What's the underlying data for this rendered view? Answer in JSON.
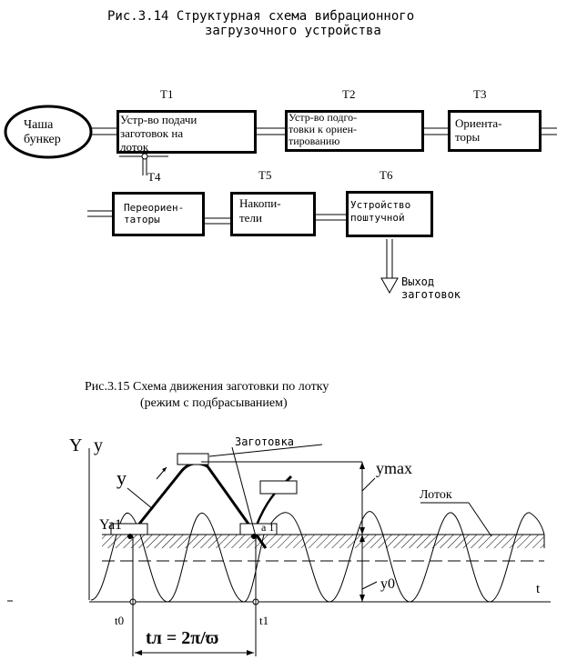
{
  "fig314": {
    "caption_line1": "Рис.3.14 Структурная схема вибрационного",
    "caption_line2": "загрузочного устройства",
    "bowl": "Чаша\nбункер",
    "blocks": [
      {
        "id": "t1",
        "label": "Т1",
        "text": "Устр-во подачи\nзаготовок на\nлоток"
      },
      {
        "id": "t2",
        "label": "Т2",
        "text": "Устр-во подго-\nтовки к ориен-\nтированию"
      },
      {
        "id": "t3",
        "label": "Т3",
        "text": "Ориента-\nторы"
      },
      {
        "id": "t4",
        "label": "Т4",
        "text": "Переориен-\nтаторы"
      },
      {
        "id": "t5",
        "label": "Т5",
        "text": "Накопи-\nтели"
      },
      {
        "id": "t6",
        "label": "Т6",
        "text": "Устройство\nпоштучной"
      }
    ],
    "output": "Выход\nзаготовок"
  },
  "fig315": {
    "caption_line1": "Рис.3.15 Схема движения заготовки по лотку",
    "caption_line2": "(режим с подбрасыванием)",
    "y_axis_label_1": "Y",
    "y_axis_label_2": "y",
    "curve_label": "y",
    "zagotovka": "Заготовка",
    "lotok": "Лоток",
    "ymax": "ymax",
    "y0": "y0",
    "Ya1": "Ya1",
    "a1": "a 1",
    "t_label": "t",
    "t0": "t0",
    "t1": "t1",
    "tl_formula": "tл = 2π/ϖ"
  }
}
